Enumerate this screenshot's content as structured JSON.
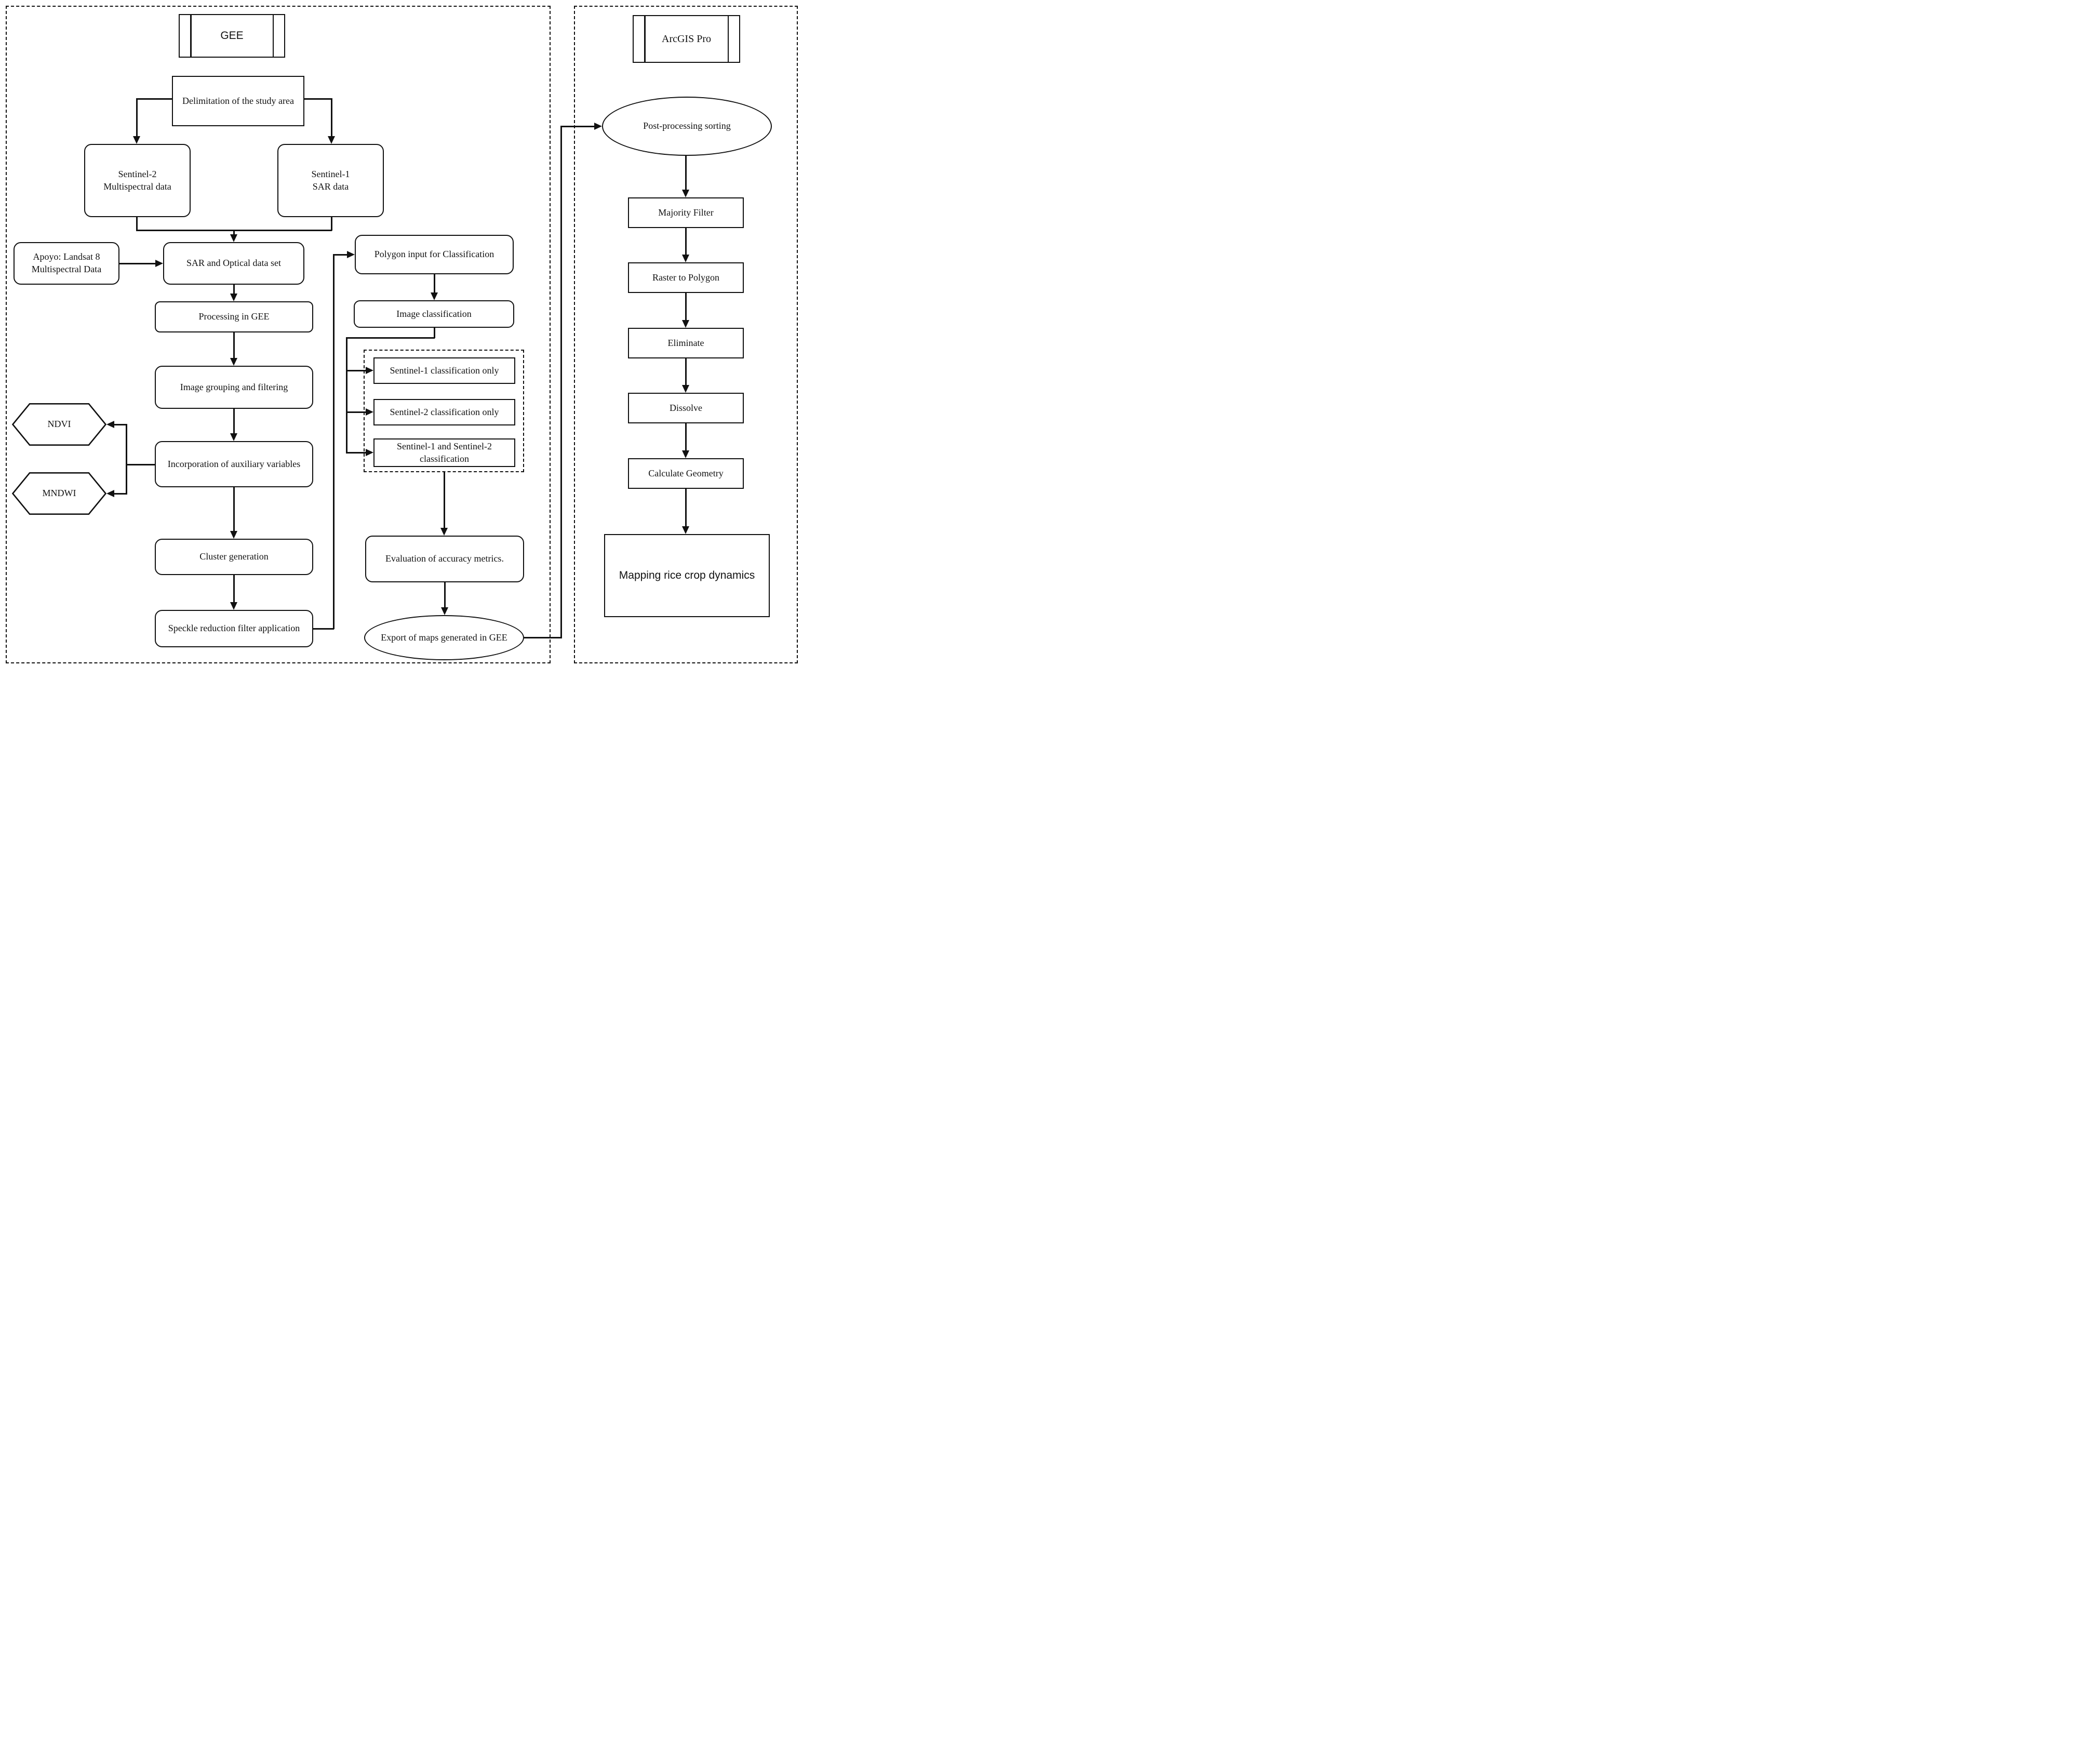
{
  "figure": {
    "type": "flowchart",
    "description_visible_text_only": true,
    "colors": {
      "ink": "#111111",
      "background": "#ffffff"
    }
  },
  "panels": {
    "gee_section": "GEE",
    "arcgis_section": "ArcGIS Pro"
  },
  "nodes": {
    "gee_tape": "GEE",
    "delimitation": "Delimitation of the study area",
    "sentinel2": "Sentinel-2\nMultispectral data",
    "sentinel1": "Sentinel-1\nSAR data",
    "apoyo": "Apoyo: Landsat 8\nMultispectral Data",
    "sar_optical": "SAR and Optical data set",
    "processing": "Processing in GEE",
    "grouping": "Image grouping and filtering",
    "ndvi": "NDVI",
    "mndwi": "MNDWI",
    "incorporation": "Incorporation of auxiliary variables",
    "cluster": "Cluster generation",
    "speckle": "Speckle reduction filter application",
    "polygon_input": "Polygon input for Classification",
    "image_classification": "Image classification",
    "s1_only": "Sentinel-1 classification only",
    "s2_only": "Sentinel-2 classification only",
    "s1_s2": "Sentinel-1 and Sentinel-2\nclassification",
    "evaluation": "Evaluation of accuracy metrics.",
    "export_maps": "Export of maps generated in GEE",
    "arcgis_tape": "ArcGIS Pro",
    "post_processing": "Post-processing sorting",
    "majority_filter": "Majority Filter",
    "raster_to_polygon": "Raster to Polygon",
    "eliminate": "Eliminate",
    "dissolve": "Dissolve",
    "calculate_geometry": "Calculate Geometry",
    "mapping": "Mapping rice crop dynamics"
  }
}
